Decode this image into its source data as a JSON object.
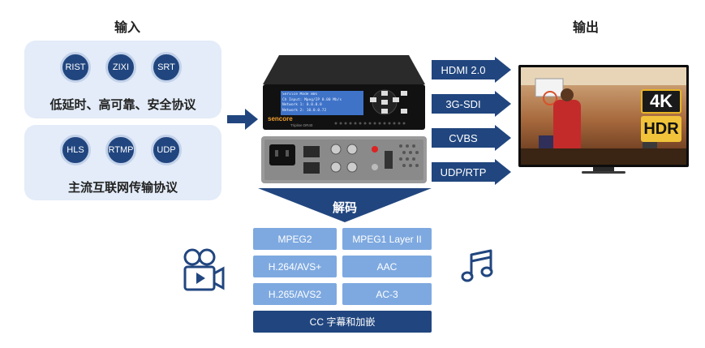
{
  "input": {
    "title": "输入",
    "low_latency": {
      "items": [
        "RIST",
        "ZIXI",
        "SRT"
      ],
      "caption": "低延时、高可靠、安全协议"
    },
    "mainstream": {
      "items": [
        "HLS",
        "RTMP",
        "UDP"
      ],
      "caption": "主流互联网传输协议"
    }
  },
  "output": {
    "title": "输出",
    "items": [
      "HDMI 2.0",
      "3G-SDI",
      "CVBS",
      "UDP/RTP"
    ]
  },
  "device": {
    "brand": "sencore",
    "model": "Tripline DR40",
    "lcd_line1": "Service Mode    m0s",
    "lcd_line2": "Ch  Input: Mpeg/IP 0.00 Mb/s",
    "lcd_line3": "Network 1: 0.0.0.0",
    "lcd_line4": "Network 2: 10.0.0.72"
  },
  "tv": {
    "badge_4k": "4K",
    "badge_hdr": "HDR"
  },
  "decode": {
    "title": "解码",
    "codecs": [
      "MPEG2",
      "MPEG1 Layer II",
      "H.264/AVS+",
      "AAC",
      "H.265/AVS2",
      "AC-3"
    ],
    "footer": "CC 字幕和加嵌"
  },
  "icons": {
    "left": "video-camera-icon",
    "right": "music-note-icon"
  },
  "colors": {
    "navy": "#21467f",
    "light_blue": "#7ea9e0",
    "panel": "#e3ecf8"
  }
}
